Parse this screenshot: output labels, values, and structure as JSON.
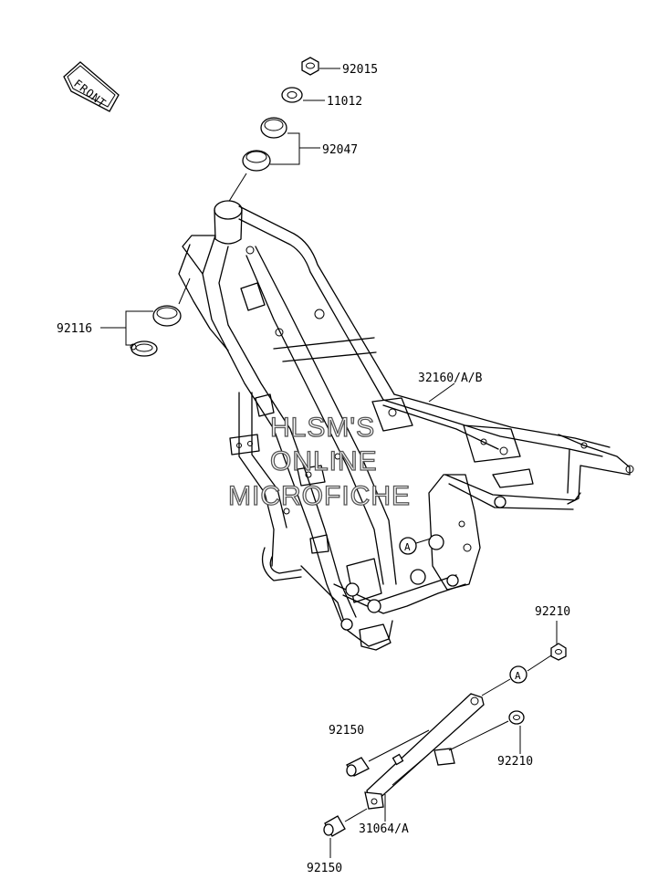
{
  "diagram": {
    "direction_label": "FRONT",
    "watermark": {
      "line1": "HLSM'S",
      "line2": "ONLINE",
      "line3": "MICROFICHE"
    },
    "callouts": {
      "p92015": "92015",
      "p11012": "11012",
      "p92047": "92047",
      "p92116": "92116",
      "p32160": "32160/A/B",
      "p92210_top": "92210",
      "p92150_mid": "92150",
      "p92210_mid": "92210",
      "p31064": "31064/A",
      "p92150_bot": "92150"
    },
    "reference_marker": "A"
  }
}
